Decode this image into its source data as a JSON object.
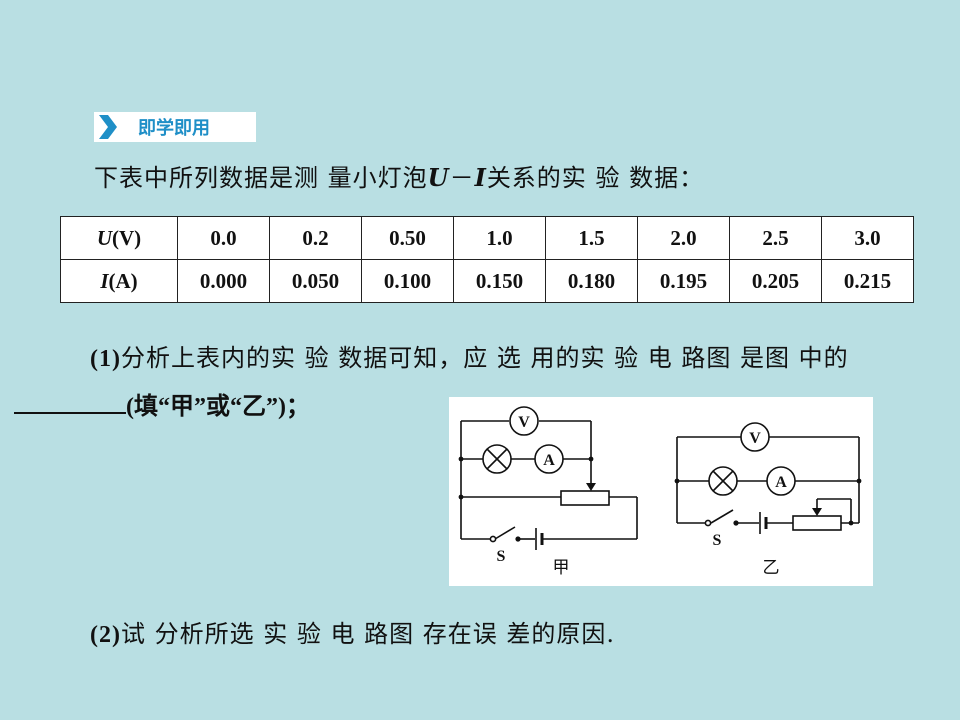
{
  "badge": {
    "label": "即学即用"
  },
  "intro": {
    "before": "下表中所列数据是测 量小灯泡",
    "var_u": "U",
    "dash": "－",
    "var_i": "I",
    "after": "关系的实 验 数据："
  },
  "table": {
    "row_u": {
      "var": "U",
      "unit": "(V)",
      "values": [
        "0.0",
        "0.2",
        "0.50",
        "1.0",
        "1.5",
        "2.0",
        "2.5",
        "3.0"
      ]
    },
    "row_i": {
      "var": "I",
      "unit": "(A)",
      "values": [
        "0.000",
        "0.050",
        "0.100",
        "0.150",
        "0.180",
        "0.195",
        "0.205",
        "0.215"
      ]
    }
  },
  "question1": {
    "number": "(1)",
    "text": "分析上表内的实 验 数据可知，应 选 用的实 验 电 路图 是图 中的",
    "blank_suffix": "(填“甲”或“乙”)；"
  },
  "figure": {
    "meter_v": "V",
    "meter_a": "A",
    "switch_label": "S",
    "left_caption": "甲",
    "right_caption": "乙"
  },
  "question2": {
    "number": "(2)",
    "text": "试 分析所选 实 验 电 路图 存在误 差的原因."
  }
}
